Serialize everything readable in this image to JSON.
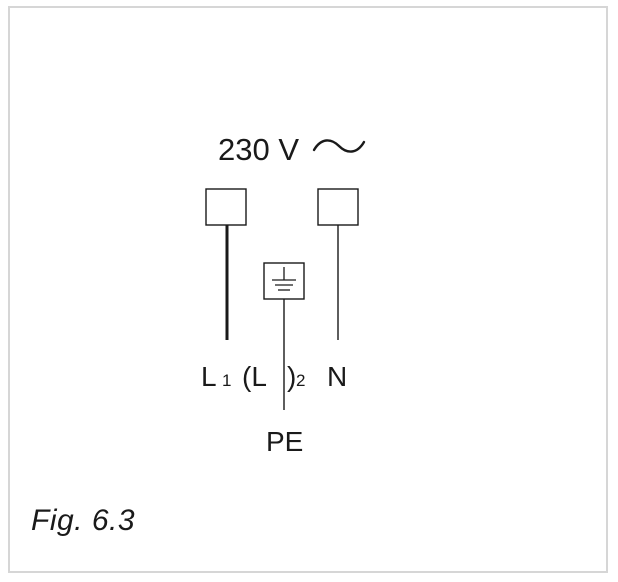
{
  "diagram": {
    "voltage_label": "230 V",
    "terminal_labels": {
      "l1_letter": "L",
      "l1_sub": "1",
      "l2_open": "(L",
      "l2_close": ")",
      "l2_sub": "2",
      "neutral": "N",
      "earth": "PE"
    },
    "icons": {
      "ac": "ac-sine-icon",
      "ground": "ground-icon"
    },
    "colors": {
      "line": "#1a1a1a",
      "frame": "#d6d6d6"
    }
  },
  "caption": "Fig. 6.3"
}
